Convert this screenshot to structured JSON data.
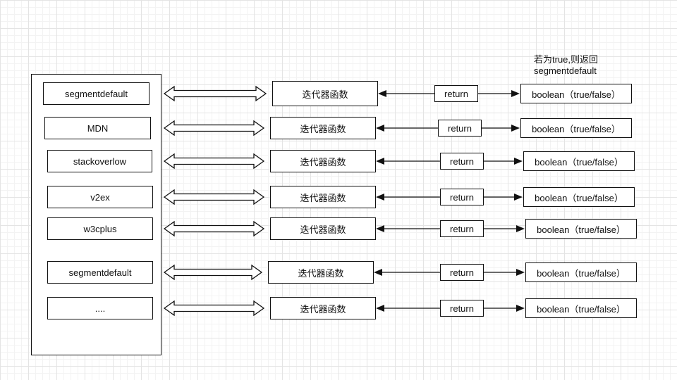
{
  "note": {
    "line1": "若为true,则返回",
    "line2": "segmentdefault"
  },
  "rows": [
    {
      "site": "segmentdefault",
      "iterator": "迭代器函数",
      "ret": "return",
      "result": "boolean（true/false）"
    },
    {
      "site": "MDN",
      "iterator": "迭代器函数",
      "ret": "return",
      "result": "boolean（true/false）"
    },
    {
      "site": "stackoverlow",
      "iterator": "迭代器函数",
      "ret": "return",
      "result": "boolean（true/false）"
    },
    {
      "site": "v2ex",
      "iterator": "迭代器函数",
      "ret": "return",
      "result": "boolean（true/false）"
    },
    {
      "site": "w3cplus",
      "iterator": "迭代器函数",
      "ret": "return",
      "result": "boolean（true/false）"
    },
    {
      "site": "segmentdefault",
      "iterator": "迭代器函数",
      "ret": "return",
      "result": "boolean（true/false）"
    },
    {
      "site": "....",
      "iterator": "迭代器函数",
      "ret": "return",
      "result": "boolean（true/false）"
    }
  ]
}
